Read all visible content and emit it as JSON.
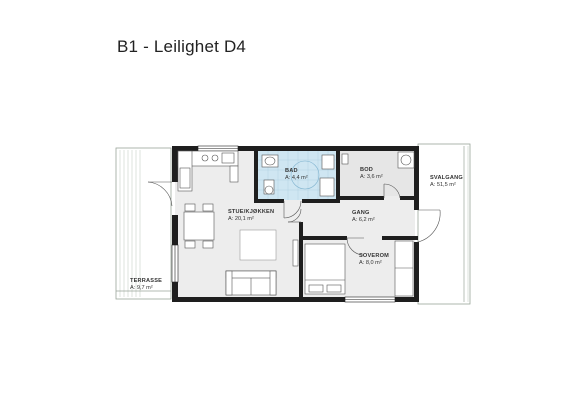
{
  "title": "B1 - Leilighet D4",
  "rooms": {
    "bad": {
      "name": "BAD",
      "area": "A: 4,4 m²"
    },
    "bod": {
      "name": "BOD",
      "area": "A: 3,6 m²"
    },
    "svalgang": {
      "name": "SVALGANG",
      "area": "A: 51,5 m²"
    },
    "stue": {
      "name": "STUE/KJØKKEN",
      "area": "A: 20,1 m²"
    },
    "gang": {
      "name": "GANG",
      "area": "A: 6,2 m²"
    },
    "soverom": {
      "name": "SOVEROM",
      "area": "A: 8,0 m²"
    },
    "terrasse": {
      "name": "TERRASSE",
      "area": "A: 9,7 m²"
    }
  },
  "colors": {
    "wall": "#1e1e1e",
    "floor": "#ececec",
    "bathroom_tile": "#cfe6f2",
    "terrace_line": "#8a9a8a",
    "furniture_line": "#555555"
  }
}
